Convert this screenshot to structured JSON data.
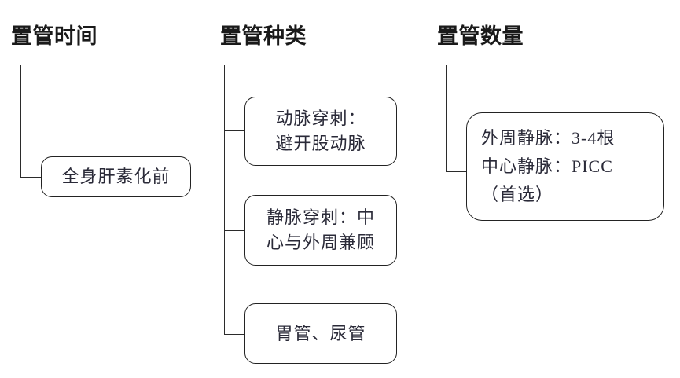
{
  "diagram": {
    "title_columns": [
      {
        "id": "time",
        "label": "置管时间"
      },
      {
        "id": "type",
        "label": "置管种类"
      },
      {
        "id": "count",
        "label": "置管数量"
      }
    ],
    "nodes": {
      "time": {
        "lines": [
          "全身肝素化前"
        ]
      },
      "arterial": {
        "lines": [
          "动脉穿刺：",
          "避开股动脉"
        ]
      },
      "venous": {
        "lines": [
          "静脉穿刺：中",
          "心与外周兼顾"
        ]
      },
      "tubes": {
        "lines": [
          "胃管、尿管"
        ]
      },
      "count": {
        "lines": [
          "外周静脉：3-4根",
          "中心静脉：PICC",
          "（首选）"
        ]
      }
    },
    "colors": {
      "background": "#ffffff",
      "line": "#2b2b2b",
      "box_border": "#232323",
      "header_text": "#1a1a1a",
      "body_text": "#2a2a38"
    }
  }
}
